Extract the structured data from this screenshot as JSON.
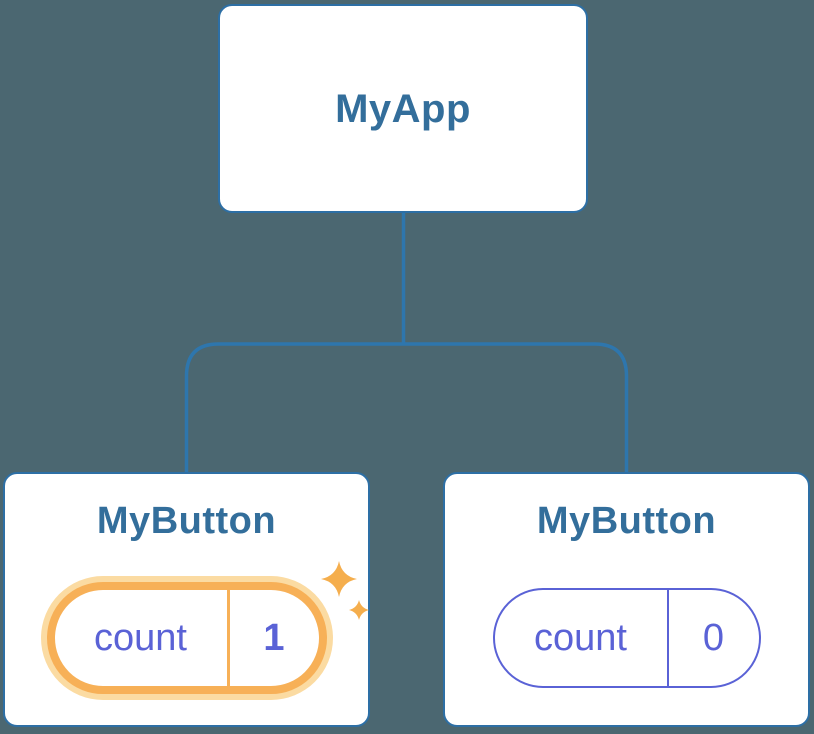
{
  "diagram": {
    "description": "React component tree with state",
    "root": {
      "label": "MyApp"
    },
    "children": [
      {
        "label": "MyButton",
        "state": {
          "name": "count",
          "value": "1"
        },
        "highlighted": true,
        "icon": "sparkles-icon"
      },
      {
        "label": "MyButton",
        "state": {
          "name": "count",
          "value": "0"
        },
        "highlighted": false
      }
    ]
  },
  "colors": {
    "background": "#4B6771",
    "connector": "#2E76AD",
    "card-border": "#2D6FA5",
    "card-bg": "#FFFFFF",
    "heading": "#336E9B",
    "purple": "#5A62D6",
    "orange": "#F7B057",
    "orange-glow": "#FBDBA2",
    "sparkle": "#F5AE4D"
  }
}
